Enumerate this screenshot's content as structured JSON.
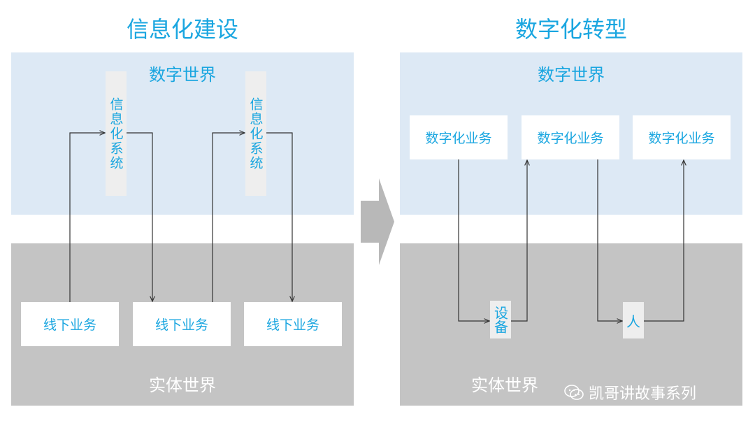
{
  "left": {
    "title": "信息化建设",
    "digital_world": "数字世界",
    "physical_world": "实体世界",
    "systems": [
      "信息化系统",
      "信息化系统"
    ],
    "offline_business": [
      "线下业务",
      "线下业务",
      "线下业务"
    ]
  },
  "right": {
    "title": "数字化转型",
    "digital_world": "数字世界",
    "physical_world": "实体世界",
    "digital_business": [
      "数字化业务",
      "数字化业务",
      "数字化业务"
    ],
    "device": "设备",
    "person": "人"
  },
  "watermark": {
    "text": "凯哥讲故事系列",
    "icon": "wechat-icon"
  },
  "colors": {
    "accent": "#1aa6e0",
    "digital_bg": "#dde9f5",
    "physical_bg": "#c4c4c4",
    "arrow": "#b8b8b8"
  }
}
